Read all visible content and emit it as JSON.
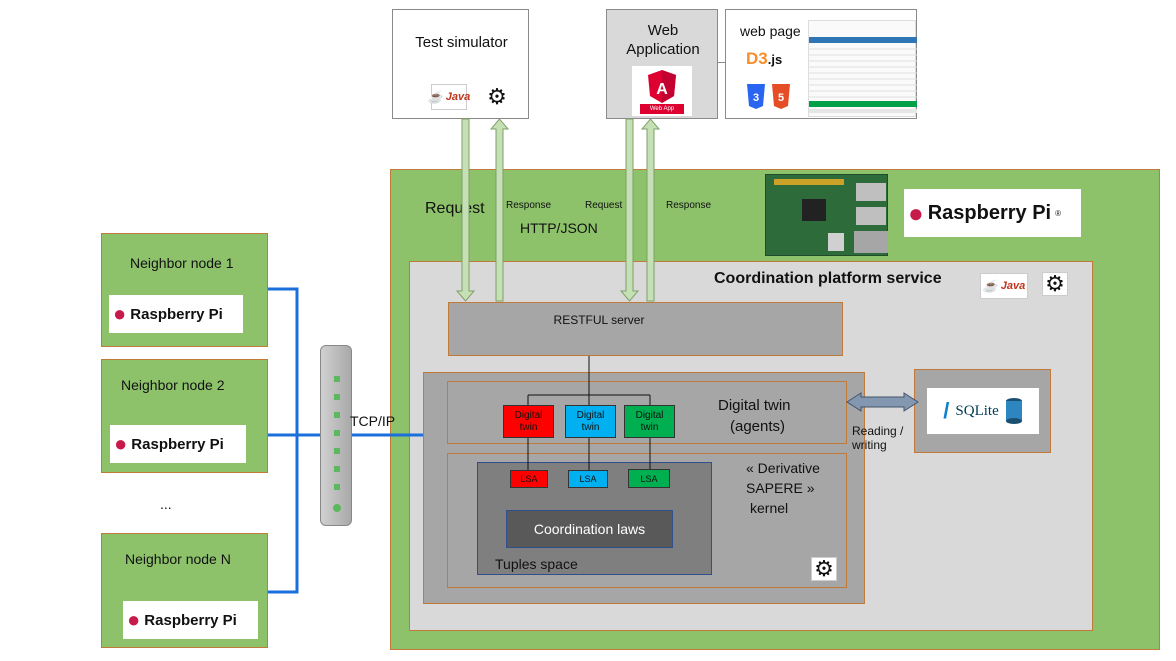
{
  "top": {
    "test_simulator": "Test simulator",
    "web_app_line1": "Web",
    "web_app_line2": "Application",
    "web_app_badge": "Web App",
    "web_page": "web page",
    "d3_label": ".js"
  },
  "arrows": {
    "request1": "Request",
    "response1": "Response",
    "request2": "Request",
    "response2": "Response",
    "protocol": "HTTP/JSON"
  },
  "raspberry": {
    "label": "Raspberry Pi",
    "trademark": "®"
  },
  "platform": {
    "title": "Coordination platform service",
    "java_label": "Java",
    "restful": "RESTFUL server",
    "digital_twin_line1": "Digital twin",
    "digital_twin_line2": "(agents)",
    "twins": [
      {
        "line1": "Digital",
        "line2": "twin",
        "color": "#ff0000"
      },
      {
        "line1": "Digital",
        "line2": "twin",
        "color": "#00b0f0"
      },
      {
        "line1": "Digital",
        "line2": "twin",
        "color": "#00b050"
      }
    ],
    "lsa": [
      {
        "label": "LSA",
        "color": "#ff0000"
      },
      {
        "label": "LSA",
        "color": "#00b0f0"
      },
      {
        "label": "LSA",
        "color": "#00b050"
      }
    ],
    "kernel_line1": "« Derivative",
    "kernel_line2": "SAPERE »",
    "kernel_line3": "kernel",
    "coordination_laws": "Coordination laws",
    "tuples_space": "Tuples space",
    "reading_writing_line1": "Reading /",
    "reading_writing_line2": "writing",
    "sqlite_label": "SQLite"
  },
  "neighbors": {
    "node1": "Neighbor node 1",
    "node2": "Neighbor node 2",
    "ellipsis": "...",
    "nodeN": "Neighbor node N",
    "tcpip": "TCP/IP"
  },
  "colors": {
    "green_panel": "#8dc26b",
    "light_panel": "#d9d9d9",
    "link_blue": "#1a6fdb",
    "arrow_green": "#c5e0b4"
  }
}
